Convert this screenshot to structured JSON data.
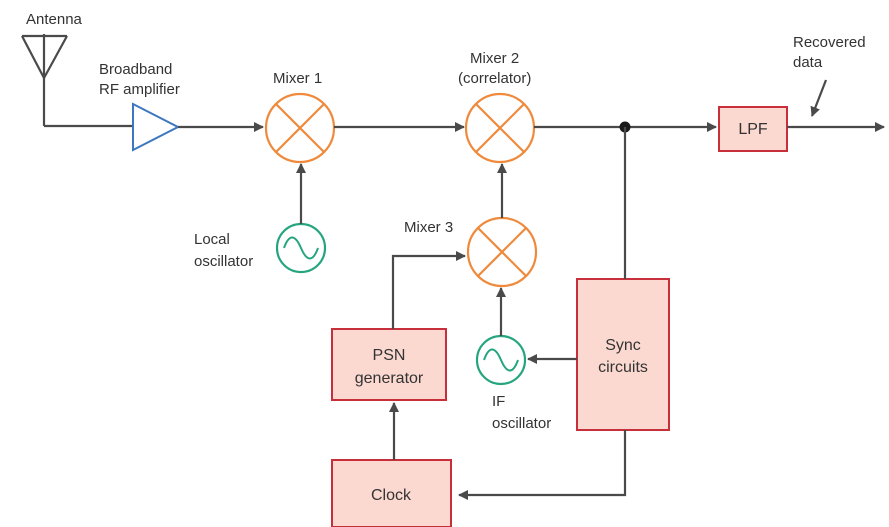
{
  "labels": {
    "antenna": "Antenna",
    "amp_line1": "Broadband",
    "amp_line2": "RF amplifier",
    "mixer1": "Mixer 1",
    "mixer2_line1": "Mixer 2",
    "mixer2_line2": "(correlator)",
    "mixer3": "Mixer 3",
    "recovered_line1": "Recovered",
    "recovered_line2": "data",
    "local_osc_line1": "Local",
    "local_osc_line2": "oscillator",
    "if_osc_line1": "IF",
    "if_osc_line2": "oscillator"
  },
  "blocks": {
    "lpf": "LPF",
    "psn_line1": "PSN",
    "psn_line2": "generator",
    "sync_line1": "Sync",
    "sync_line2": "circuits",
    "clock": "Clock"
  },
  "colors": {
    "block_fill": "#fbd9d0",
    "block_stroke": "#c7303a",
    "mixer_stroke": "#ef8a3c",
    "oscillator_stroke": "#25a57f",
    "amplifier_stroke": "#3c78c0",
    "wire": "#4a4a4a"
  }
}
